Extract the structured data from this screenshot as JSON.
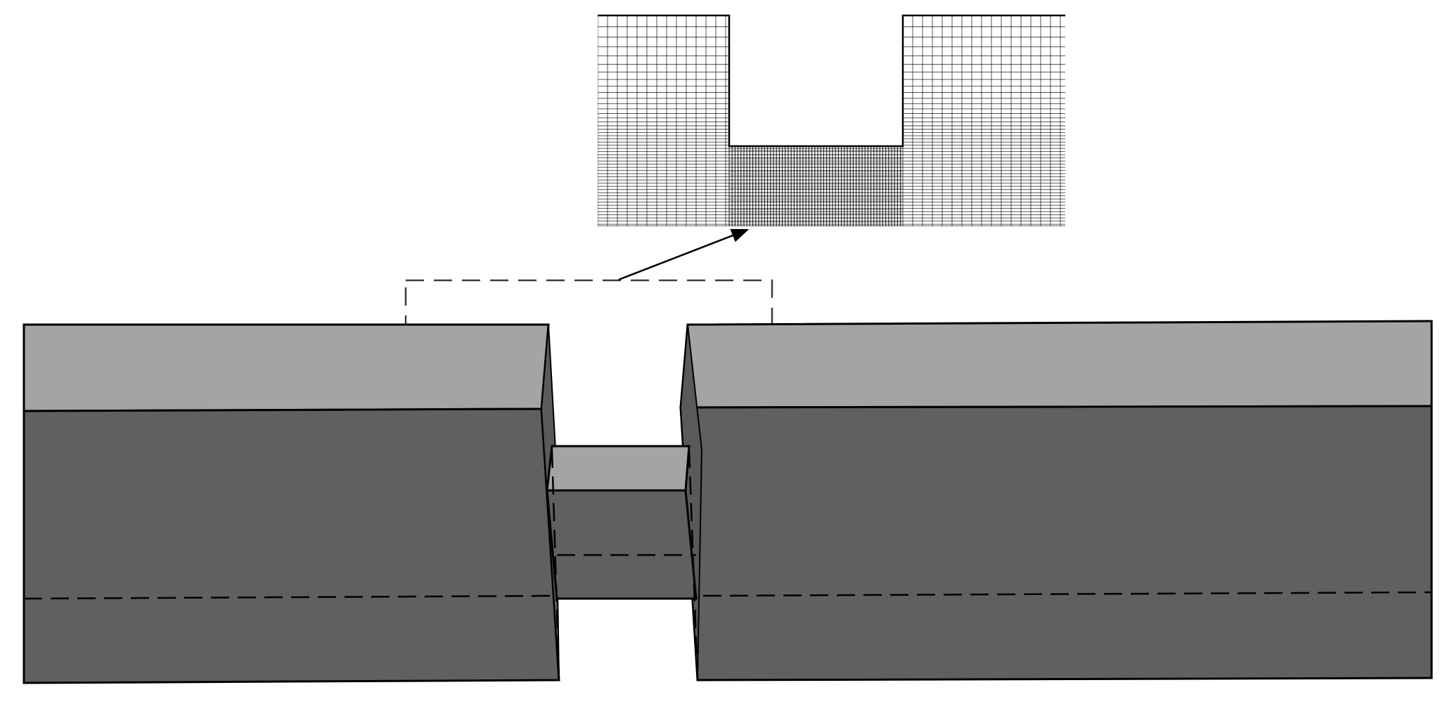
{
  "colors": {
    "background": "#ffffff",
    "block_top_face": "#a4a4a4",
    "block_front_face": "#606060",
    "outline": "#000000",
    "grid_line": "#000000",
    "zoom_box": "#3c3c3c"
  },
  "components": {
    "mesh_inset": "computational-mesh-detail",
    "zoom_callout": "dashed-region-with-arrow",
    "solid_model": "channel-with-narrow-throat"
  }
}
